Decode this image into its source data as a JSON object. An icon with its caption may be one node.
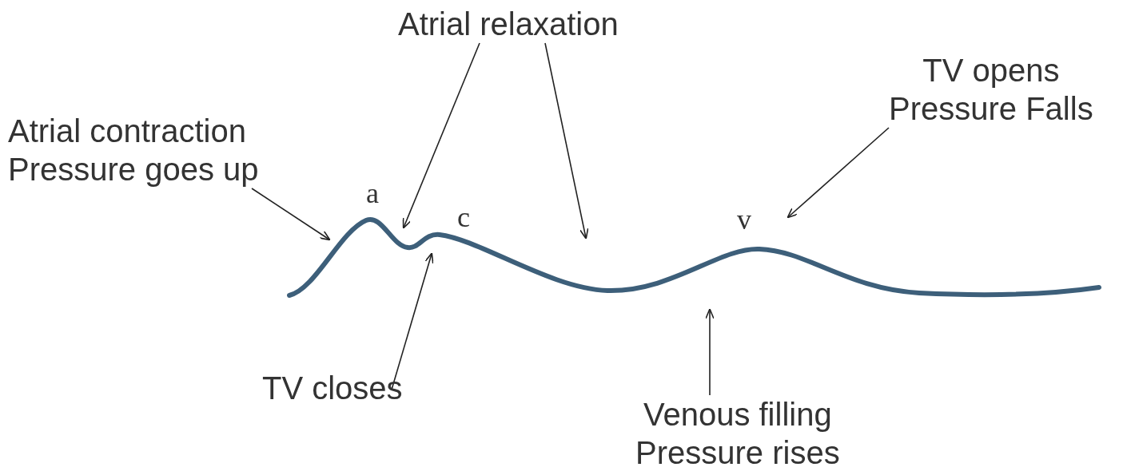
{
  "diagram": {
    "nodes": [
      {
        "text": [
          "Atrial relaxation"
        ]
      },
      {
        "text": [
          "TV opens",
          "Pressure Falls"
        ]
      },
      {
        "text": [
          "Atrial contraction",
          "Pressure goes up"
        ]
      },
      {
        "text": [
          "TV closes"
        ]
      },
      {
        "text": [
          "Venous filling",
          "Pressure rises"
        ]
      },
      {
        "text": [],
        "shape": "picture"
      }
    ],
    "edges": [
      {
        "from": 0,
        "to": 5,
        "arrow": "to"
      },
      {
        "from": 0,
        "to": 5,
        "arrow": "to"
      },
      {
        "from": 1,
        "to": 5,
        "arrow": "to"
      },
      {
        "from": 2,
        "to": 5,
        "arrow": "to"
      },
      {
        "from": 3,
        "to": 5,
        "arrow": "to"
      },
      {
        "from": 4,
        "to": 5,
        "arrow": "to"
      }
    ],
    "labels": [
      "a",
      "c",
      "v"
    ]
  }
}
